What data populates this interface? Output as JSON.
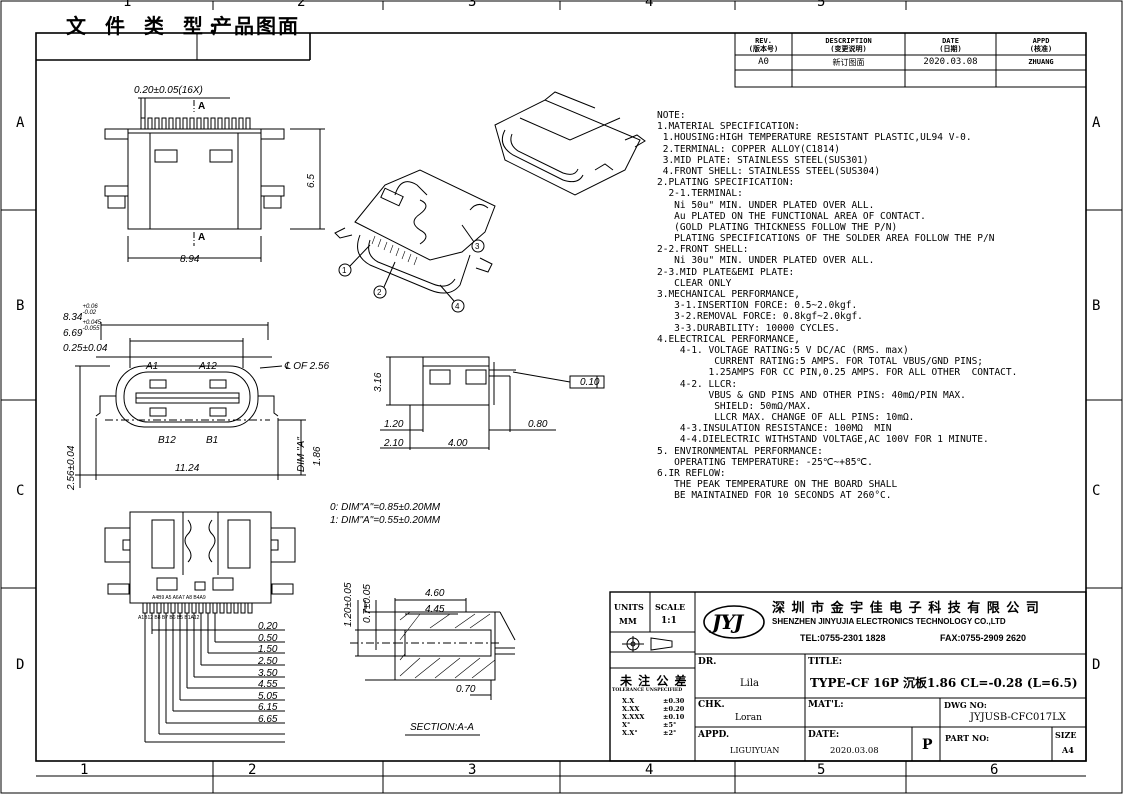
{
  "header": {
    "label": "文 件 类 型:",
    "value": "产品图面"
  },
  "grid": {
    "cols": [
      "1",
      "2",
      "3",
      "4",
      "5",
      "6"
    ],
    "rows": [
      "A",
      "B",
      "C",
      "D"
    ]
  },
  "revision": {
    "headers": [
      {
        "en": "REV.",
        "cn": "(版本号)"
      },
      {
        "en": "DESCRIPTION",
        "cn": "(变更说明)"
      },
      {
        "en": "DATE",
        "cn": "(日期)"
      },
      {
        "en": "APPD",
        "cn": "(核准)"
      }
    ],
    "row": [
      "A0",
      "新订图面",
      "2020.03.08",
      "ZHUANG"
    ]
  },
  "dims": {
    "top_pitch": "0.20±0.05(16X)",
    "sec_a": "A",
    "height": "6.5",
    "width": "8.94",
    "d834": "8.34",
    "d834_tol": [
      "+0.06",
      "-0.02"
    ],
    "d669": "6.69",
    "d669_tol": [
      "+0.045",
      "-0.055"
    ],
    "d025": "0.25±0.04",
    "a1": "A1",
    "a12": "A12",
    "b12": "B12",
    "b1": "B1",
    "cl": "℄ OF 2.56",
    "d256": "2.56±0.04",
    "d1124": "11.24",
    "dim_a": "DIM \"A\"",
    "d186": "1.86",
    "d316": "3.16",
    "d120": "1.20",
    "d080": "0.80",
    "d210": "2.10",
    "d400": "4.00",
    "flat": "0.10",
    "dimnote0": "0: DIM\"A\"=0.85±0.20MM",
    "dimnote1": "1: DIM\"A\"=0.55±0.20MM",
    "d460": "4.60",
    "d445": "4.45",
    "d120b": "1.20±0.05",
    "d070b": "0.7±0.05",
    "d070": "0.70",
    "section": "SECTION:A-A",
    "pin_row": "A4B9 A5 A6A7 A8 B4A9",
    "pin_row2": "A1B12 B8 B7 B6 B5 B1A12",
    "ladder": [
      "0.20",
      "0.50",
      "1.50",
      "2.50",
      "3.50",
      "4.55",
      "5.05",
      "6.15",
      "6.65"
    ],
    "callouts": [
      "1",
      "2",
      "3",
      "4"
    ]
  },
  "notes": [
    "NOTE:",
    "1.MATERIAL SPECIFICATION:",
    " 1.HOUSING:HIGH TEMPERATURE RESISTANT PLASTIC,UL94 V-0.",
    " 2.TERMINAL: COPPER ALLOY(C1814)",
    " 3.MID PLATE: STAINLESS STEEL(SUS301)",
    " 4.FRONT SHELL: STAINLESS STEEL(SUS304)",
    "2.PLATING SPECIFICATION:",
    "  2-1.TERMINAL:",
    "   Ni 50u\" MIN. UNDER PLATED OVER ALL.",
    "   Au PLATED ON THE FUNCTIONAL AREA OF CONTACT.",
    "   (GOLD PLATING THICKNESS FOLLOW THE P/N)",
    "   PLATING SPECIFICATIONS OF THE SOLDER AREA FOLLOW THE P/N",
    "2-2.FRONT SHELL:",
    "   Ni 30u\" MIN. UNDER PLATED OVER ALL.",
    "2-3.MID PLATE&EMI PLATE:",
    "   CLEAR ONLY",
    "3.MECHANICAL PERFORMANCE,",
    "   3-1.INSERTION FORCE: 0.5~2.0kgf.",
    "   3-2.REMOVAL FORCE: 0.8kgf~2.0kgf.",
    "   3-3.DURABILITY: 10000 CYCLES.",
    "4.ELECTRICAL PERFORMANCE,",
    "    4-1. VOLTAGE RATING:5 V DC/AC (RMS. max)",
    "          CURRENT RATING:5 AMPS. FOR TOTAL VBUS/GND PINS;",
    "         1.25AMPS FOR CC PIN,0.25 AMPS. FOR ALL OTHER  CONTACT.",
    "    4-2. LLCR:",
    "         VBUS & GND PINS AND OTHER PINS: 40mΩ/PIN MAX.",
    "          SHIELD: 50mΩ/MAX.",
    "          LLCR MAX. CHANGE OF ALL PINS: 10mΩ.",
    "    4-3.INSULATION RESISTANCE: 100MΩ  MIN",
    "    4-4.DIELECTRIC WITHSTAND VOLTAGE,AC 100V FOR 1 MINUTE.",
    "5. ENVIRONMENTAL PERFORMANCE:",
    "   OPERATING TEMPERATURE: -25℃~+85℃.",
    "6.IR REFLOW:",
    "   THE PEAK TEMPERATURE ON THE BOARD SHALL",
    "   BE MAINTAINED FOR 10 SECONDS AT 260°C."
  ],
  "titleblock": {
    "units_label": "UNITS",
    "units_val": "MM",
    "scale_label": "SCALE",
    "scale_val": "1:1",
    "logo": "JYJ",
    "company_cn": "深 圳 市 金 宇 佳 电 子 科 技 有 限 公 司",
    "company_en": "SHENZHEN JINYUJIA ELECTRONICS TECHNOLOGY CO.,LTD",
    "tel": "TEL:0755-2301 1828",
    "fax": "FAX:0755-2909 2620",
    "tol_cn": "未 注 公 差",
    "tol_en": "TOLERANCE UNSPECIFIED",
    "tol_rows": [
      [
        "X.X",
        "±0.30"
      ],
      [
        "X.XX",
        "±0.20"
      ],
      [
        "X.XXX",
        "±0.10"
      ],
      [
        "X°",
        "±5°"
      ],
      [
        "X.X°",
        "±2°"
      ]
    ],
    "dr_label": "DR.",
    "dr_val": "Lila",
    "chk_label": "CHK.",
    "chk_val": "Loran",
    "appd_label": "APPD.",
    "appd_val": "LIGUIYUAN",
    "title_label": "TITLE:",
    "title_val": "TYPE-CF 16P 沉板1.86 CL=-0.28 (L=6.5)",
    "mat_label": "MAT'L:",
    "dwg_label": "DWG NO:",
    "dwg_val": "JYJUSB-CFC017LX",
    "date_label": "DATE:",
    "date_val": "2020.03.08",
    "p": "P",
    "part_label": "PART NO:",
    "size_label": "SIZE",
    "size_val": "A4"
  }
}
